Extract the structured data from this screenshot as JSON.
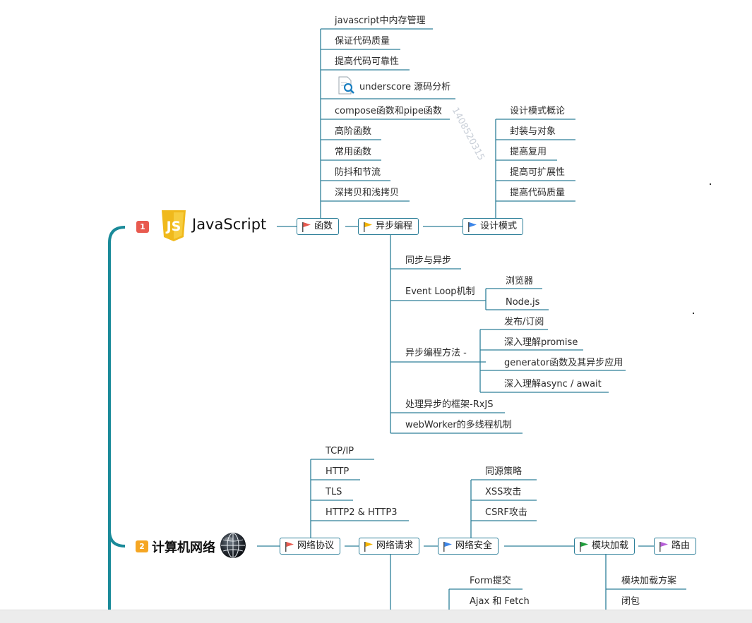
{
  "sections": {
    "js": {
      "number": "1",
      "title": "JavaScript",
      "nodes": {
        "functions": "函数",
        "async": "异步编程",
        "design": "设计模式"
      },
      "function_items": [
        "javascript中内存管理",
        "保证代码质量",
        "提高代码可靠性",
        "underscore 源码分析",
        "compose函数和pipe函数",
        "高阶函数",
        "常用函数",
        "防抖和节流",
        "深拷贝和浅拷贝"
      ],
      "design_items": [
        "设计模式概论",
        "封装与对象",
        "提高复用",
        "提高可扩展性",
        "提高代码质量"
      ],
      "async_items": {
        "sync": "同步与异步",
        "event_loop": "Event Loop机制",
        "event_loop_children": [
          "浏览器",
          "Node.js"
        ],
        "methods": "异步编程方法 -",
        "methods_children": [
          "发布/订阅",
          "深入理解promise",
          "generator函数及其异步应用",
          "深入理解async / await"
        ],
        "rxjs": "处理异步的框架-RxJS",
        "webworker": "webWorker的多线程机制"
      }
    },
    "net": {
      "number": "2",
      "title": "计算机网络",
      "nodes": {
        "protocol": "网络协议",
        "request": "网络请求",
        "security": "网络安全",
        "module": "模块加载",
        "router": "路由"
      },
      "protocol_items": [
        "TCP/IP",
        "HTTP",
        "TLS",
        "HTTP2 & HTTP3"
      ],
      "security_items": [
        "同源策略",
        "XSS攻击",
        "CSRF攻击"
      ],
      "request_items": [
        "Form提交",
        "Ajax 和 Fetch"
      ],
      "module_items": [
        "模块加载方案",
        "闭包"
      ]
    }
  },
  "watermark": "1408520315",
  "colors": {
    "line": "#2d7f99",
    "trunk": "#1a8a99",
    "flag_red": "#e85a4f",
    "flag_yellow": "#f5b400",
    "flag_blue": "#3d86e8",
    "flag_green": "#1f9e3c",
    "flag_purple": "#b65fd6",
    "badge_red": "#e85a4f",
    "badge_orange": "#f5a623"
  }
}
